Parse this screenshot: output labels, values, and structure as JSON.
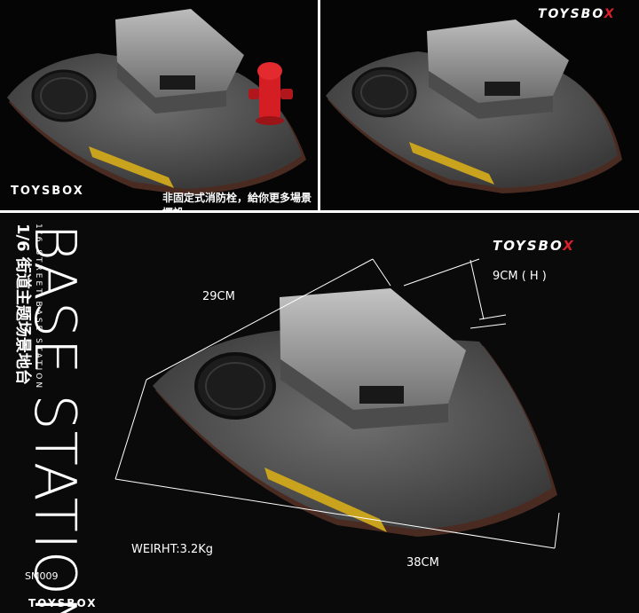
{
  "top_left": {
    "brand": "TOYSBOX",
    "caption": "非固定式消防栓，給你更多場景擺設"
  },
  "top_right": {
    "brand_left": "TOYSBO",
    "brand_x": "X"
  },
  "bottom": {
    "title": "BASE STATION",
    "scale": "1/6",
    "subtitle_cn": "街道主题场景地台",
    "subtitle_en": "1/6 STREET BASE STATION",
    "model": "SM009",
    "dim_width": "29CM",
    "dim_height": "9CM ( H )",
    "dim_length": "38CM",
    "weight": "WEIRHT:3.2Kg",
    "brand_left": "TOYSBO",
    "brand_x": "X",
    "bottom_brand": "TOYSBOX"
  },
  "colors": {
    "background": "#000000",
    "accent_red": "#d8202a",
    "hydrant_red": "#d41e24",
    "stripe_yellow": "#c9a21e",
    "concrete": "#8a8a8a"
  }
}
